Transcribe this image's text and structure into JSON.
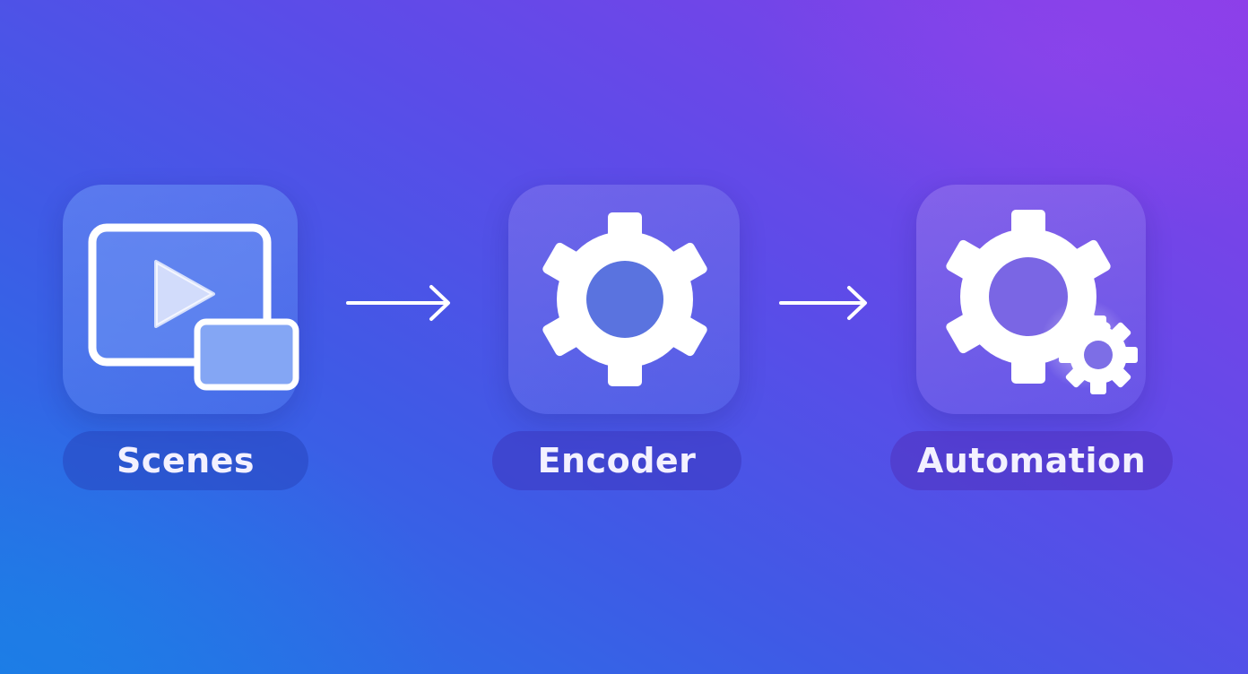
{
  "steps": [
    {
      "label": "Scenes",
      "icon": "monitor-play-icon"
    },
    {
      "label": "Encoder",
      "icon": "gear-icon"
    },
    {
      "label": "Automation",
      "icon": "gears-icon"
    }
  ],
  "connectors": [
    "arrow-right-icon",
    "arrow-right-icon"
  ],
  "colors": {
    "background_start": "#1f78e6",
    "background_end": "#8a3ee8",
    "icon": "#ffffff",
    "label_text": "#f3f1ff"
  }
}
